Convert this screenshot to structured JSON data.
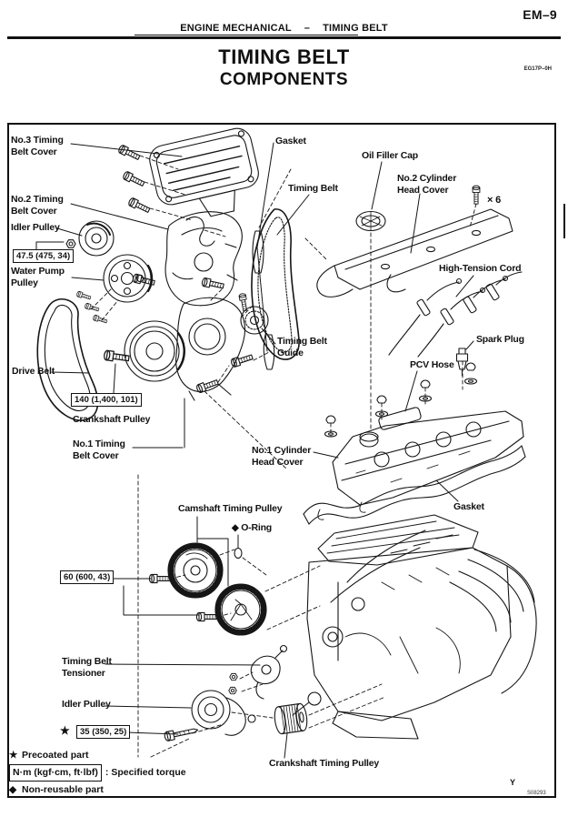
{
  "page": {
    "page_number": "EM–9",
    "section": "ENGINE MECHANICAL",
    "section_sep": "–",
    "section_sub": "TIMING BELT",
    "title_line1": "TIMING BELT",
    "title_line2": "COMPONENTS",
    "doc_code": "EG17P–0H",
    "figure_code": "S08293",
    "corner_letter": "Y"
  },
  "diagram": {
    "labels": {
      "no3_cover": "No.3 Timing\nBelt Cover",
      "gasket_top": "Gasket",
      "oil_filler_cap": "Oil Filler Cap",
      "no2_head_cover": "No.2 Cylinder\nHead Cover",
      "x6": "× 6",
      "timing_belt": "Timing Belt",
      "no2_cover": "No.2 Timing\nBelt Cover",
      "idler_pulley_upper": "Idler Pulley",
      "water_pump_pulley": "Water Pump\nPulley",
      "high_tension_cord": "High-Tension Cord",
      "spark_plug": "Spark Plug",
      "timing_belt_guide": "Timing Belt\nGuide",
      "pcv_hose": "PCV Hose",
      "drive_belt": "Drive Belt",
      "crankshaft_pulley": "Crankshaft Pulley",
      "no1_cover": "No.1 Timing\nBelt Cover",
      "no1_head_cover": "No.1 Cylinder\nHead Cover",
      "gasket_bottom": "Gasket",
      "camshaft_timing_pulley": "Camshaft Timing Pulley",
      "o_ring": "O-Ring",
      "tensioner": "Timing Belt\nTensioner",
      "idler_pulley_lower": "Idler Pulley",
      "crankshaft_timing_pulley": "Crankshaft Timing Pulley"
    },
    "torques": {
      "idler": "47.5 (475, 34)",
      "crank": "140 (1,400, 101)",
      "cam": "60 (600, 43)",
      "stud": "35 (350, 25)"
    },
    "symbols": {
      "star": "★",
      "diamond": "◆"
    },
    "legend": {
      "precoated": "Precoated part",
      "torque_unit": "N·m (kgf·cm, ft·lbf)",
      "torque_desc": ": Specified torque",
      "nonreusable": "Non-reusable part"
    }
  }
}
